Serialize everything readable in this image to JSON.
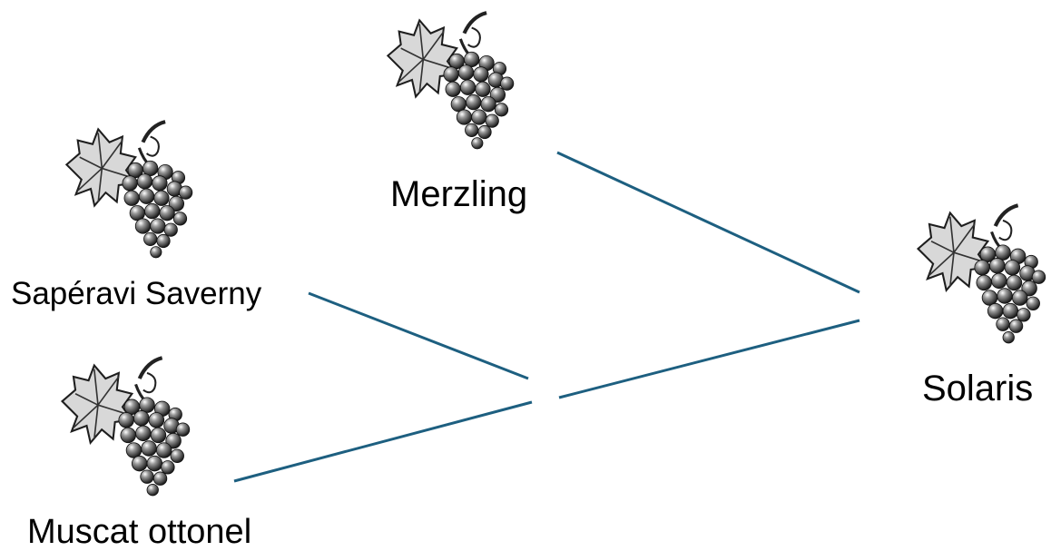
{
  "nodes": {
    "merzling": {
      "label": "Merzling",
      "icon": "grape-cluster-icon"
    },
    "saperavi": {
      "label": "Sapéravi Saverny",
      "icon": "grape-cluster-icon"
    },
    "muscat": {
      "label": "Muscat ottonel",
      "icon": "grape-cluster-icon"
    },
    "solaris": {
      "label": "Solaris",
      "icon": "grape-cluster-icon"
    }
  },
  "edges": [
    {
      "from": "saperavi",
      "to": "muscat",
      "type": "merge"
    },
    {
      "from": "merzling",
      "to": "solaris"
    },
    {
      "from": "saperavi_x_muscat",
      "to": "solaris"
    }
  ],
  "colors": {
    "line": "#1d5f80",
    "grape": "#2a2a2a"
  }
}
